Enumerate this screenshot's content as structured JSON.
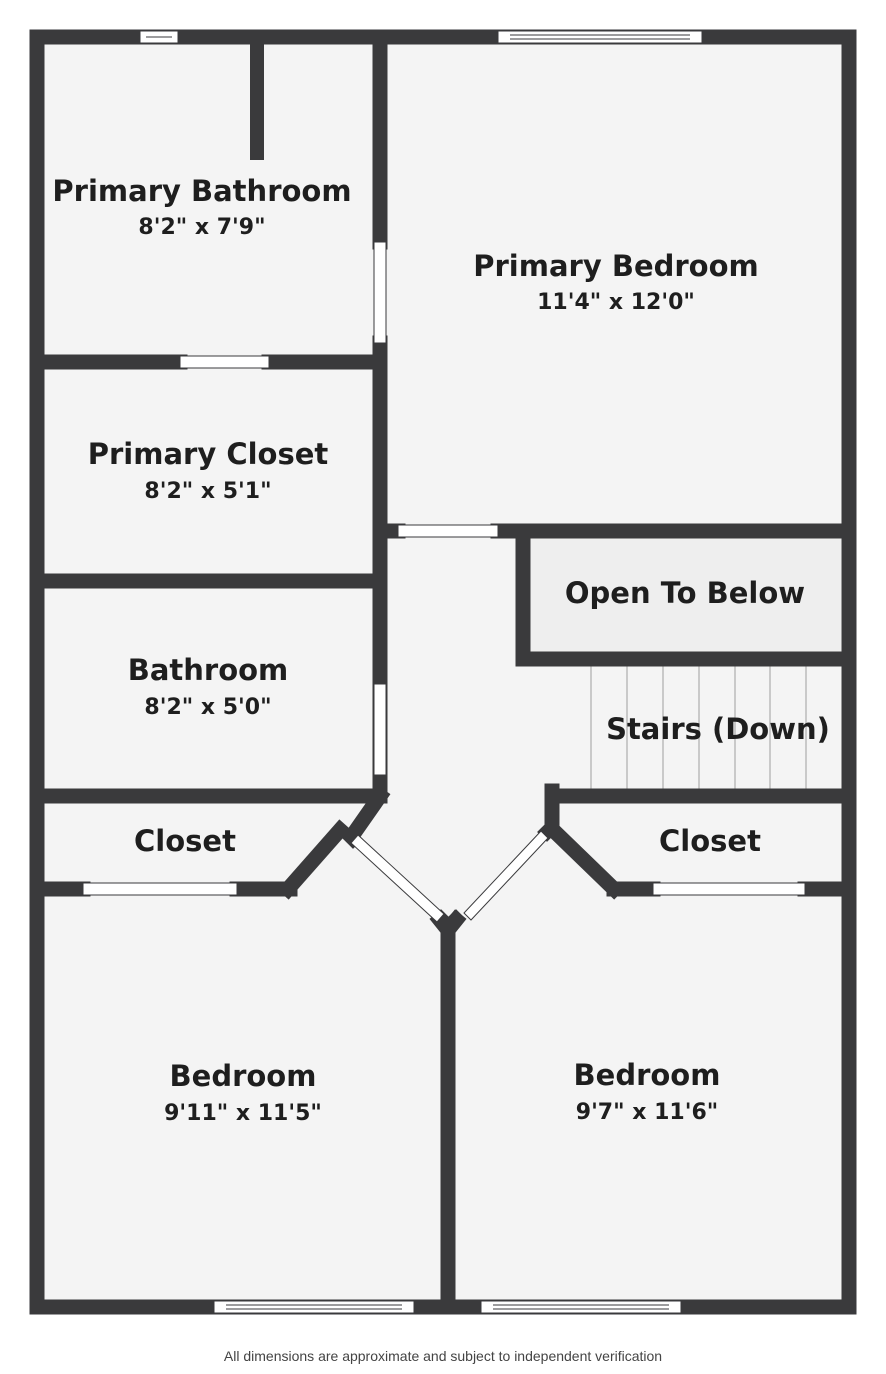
{
  "rooms": {
    "primary_bathroom": {
      "name": "Primary Bathroom",
      "dims": "8'2\" x 7'9\""
    },
    "primary_bedroom": {
      "name": "Primary Bedroom",
      "dims": "11'4\" x 12'0\""
    },
    "primary_closet": {
      "name": "Primary Closet",
      "dims": "8'2\" x 5'1\""
    },
    "bathroom": {
      "name": "Bathroom",
      "dims": "8'2\" x 5'0\""
    },
    "open_to_below": {
      "name": "Open To Below"
    },
    "stairs": {
      "name": "Stairs (Down)"
    },
    "closet_left": {
      "name": "Closet"
    },
    "closet_right": {
      "name": "Closet"
    },
    "bedroom_left": {
      "name": "Bedroom",
      "dims": "9'11\" x 11'5\""
    },
    "bedroom_right": {
      "name": "Bedroom",
      "dims": "9'7\" x 11'6\""
    }
  },
  "footer": "All dimensions are approximate and subject to independent verification",
  "colors": {
    "wall": "#3a3a3c",
    "floor": "#f4f4f4",
    "open_area": "#efefef",
    "door_gap": "#ffffff"
  }
}
